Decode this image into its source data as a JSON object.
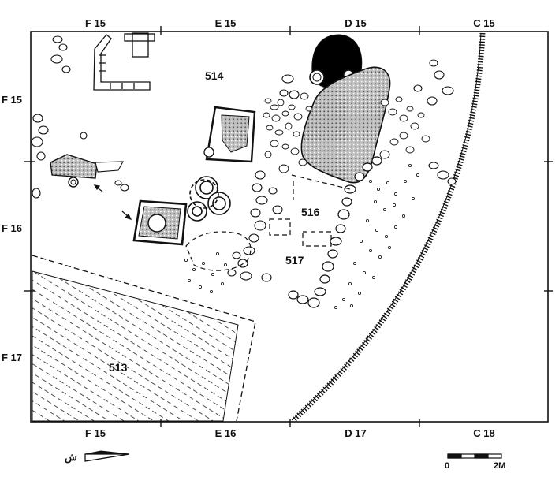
{
  "grid": {
    "top_labels": [
      "F 15",
      "E 15",
      "D 15",
      "C 15"
    ],
    "bottom_labels": [
      "F 15",
      "E 16",
      "D 17",
      "C 18"
    ],
    "left_labels": [
      "F 15",
      "F 16",
      "F 17"
    ]
  },
  "rooms": [
    "514",
    "516",
    "517",
    "513"
  ],
  "north_arrow": {
    "glyph": "ش",
    "icon": "north-arrow-icon"
  },
  "scale_bar": {
    "start": "0",
    "end": "2M",
    "icon": "scale-bar-icon"
  },
  "colors": {
    "ink": "#111111",
    "hatch": "#222222",
    "stone_fill": "#ffffff",
    "pavement_fill": "#bdbdbd",
    "pit_fill": "#000000"
  }
}
